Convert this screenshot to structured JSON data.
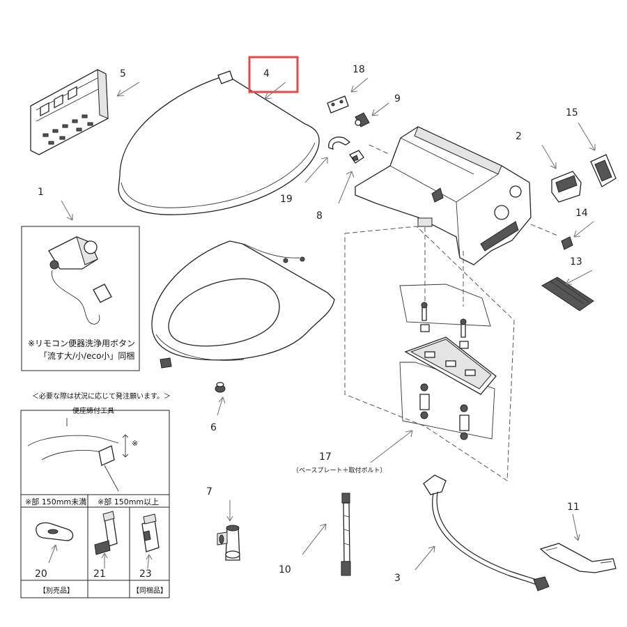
{
  "parts": {
    "p1": "1",
    "p2": "2",
    "p3": "3",
    "p4": "4",
    "p5": "5",
    "p6": "6",
    "p7": "7",
    "p8": "8",
    "p9": "9",
    "p10": "10",
    "p11": "11",
    "p13": "13",
    "p14": "14",
    "p15": "15",
    "p17": "17",
    "p18": "18",
    "p19": "19",
    "p20": "20",
    "p21": "21",
    "p23": "23"
  },
  "notes": {
    "remote_note_line1": "※リモコン便器洗浄用ボタン",
    "remote_note_line2": "「流す大/小/eco小」同梱",
    "order_note": "＜必要な際は状況に応じて発注願います。＞",
    "tool_title": "便座締付工具",
    "mark": "※",
    "under_150": "※部 150mm未満",
    "over_150": "※部 150mm以上",
    "separate": "【別売品】",
    "included": "【同梱品】",
    "base_plate": "（ベースプレート＋取付ボルト）"
  },
  "highlight_color": "#e8474a"
}
